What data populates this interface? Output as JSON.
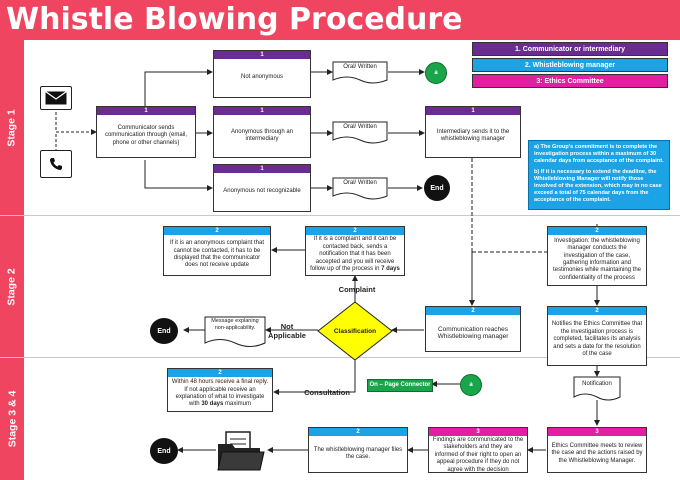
{
  "title": "Whistle Blowing Procedure",
  "stages": {
    "s1": "Stage 1",
    "s2": "Stage 2",
    "s3": "Stage 3 & 4"
  },
  "legend": [
    {
      "label": "1. Communicator or intermediary",
      "color": "#6a2c91"
    },
    {
      "label": "2. Whistleblowing manager",
      "color": "#1ba3e6"
    },
    {
      "label": "3: Ethics Committee",
      "color": "#e21ea3"
    }
  ],
  "commitment": {
    "a": "a) The Group's commitment is to complete the investigation process within a maximum of 30 calendar days from acceptance of the complaint.",
    "b": "b) If it is necessary to extend the deadline, the Whistleblowing Manager will notify those involved of the extension, which may in no case exceed a total of 75 calendar days from the acceptance of the complaint."
  },
  "nodes": {
    "not_anonymous": {
      "num": "1",
      "text": "Not anonymous"
    },
    "communicator": {
      "num": "1",
      "text": "Communicator sends communication through (email, phone or other channels)"
    },
    "intermediary": {
      "num": "1",
      "text": "Anonymous through an intermediary"
    },
    "not_recognizable": {
      "num": "1",
      "text": "Anonymous not recognizable"
    },
    "intermediary_sends": {
      "num": "1",
      "text": "Intermediary sends it to the whistleblowing manager"
    },
    "anon_complaint": {
      "num": "2",
      "text": "If it is an anonymous complaint that cannot be contacted, it has to be displayed that the communicator does not receive update"
    },
    "contacted_back": {
      "num": "2",
      "text_pre": "If it is a complaint and it can be contacted back, sends a notification that it has been accepted and you will receive follow up of the process in ",
      "text_bold": "7 days"
    },
    "investigation": {
      "num": "2",
      "text": "Investigation: the whistleblowing manager conducts the investigation of the case, gathering information and testimonies while maintaining the confidentiality of the process"
    },
    "comm_reaches": {
      "num": "2",
      "text": "Communication reaches Whistleblowing manager"
    },
    "notifies_ethics": {
      "num": "2",
      "text": "Notifies the Ethics Committee that the investigation process is completed, facilitates its analysis and sets a date for the resolution of the case"
    },
    "final_reply": {
      "num": "2",
      "text_pre": "Within 48 hours receive a final reply. If not applicable receive an explanation of what to investigate with ",
      "text_bold": "30 days",
      "text_post": " maximum"
    },
    "files_case": {
      "num": "2",
      "text": "The whistleblowing manager files the case."
    },
    "findings": {
      "num": "3",
      "text": "Findings are communicated to the stakeholders and they are informed of their right to open an appeal procedure if they do not agree with the decision"
    },
    "ethics_meets": {
      "num": "3",
      "text": "Ethics Committee meets to review the case and the actions raised by the Whistleblowing Manager."
    }
  },
  "docs": {
    "oral1": "Oral/ Written",
    "oral2": "Oral/ Written",
    "oral3": "Oral/ Written",
    "message": "Message explaning non-applicability.",
    "notification": "Notification"
  },
  "decision": "Classification",
  "labels": {
    "complaint": "Complaint",
    "not_applicable": "Not Applicable",
    "consultation": "Consultation",
    "on_page": "On – Page Connector"
  },
  "terminals": {
    "a": "a",
    "end": "End"
  },
  "colors": {
    "title": "#ef4560",
    "purple": "#6a2c91",
    "cyan": "#1ba3e6",
    "magenta": "#e21ea3",
    "decision": "#ffff00",
    "connector": "#19a64a"
  }
}
